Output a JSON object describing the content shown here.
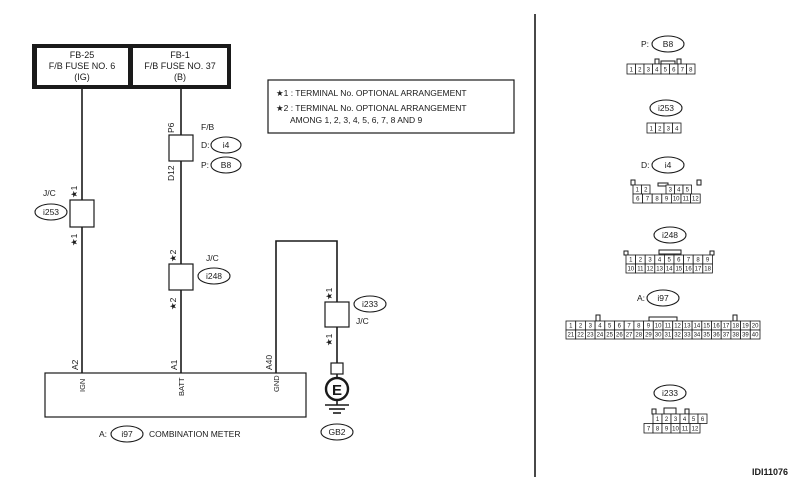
{
  "fuse_box": {
    "left": {
      "line1": "FB-25",
      "line2": "F/B FUSE NO. 6",
      "line3": "(IG)"
    },
    "right": {
      "line1": "FB-1",
      "line2": "F/B FUSE NO. 37",
      "line3": "(B)"
    }
  },
  "notes": {
    "n1": "★1 : TERMINAL No. OPTIONAL ARRANGEMENT",
    "n2a": "★2 : TERMINAL No. OPTIONAL ARRANGEMENT",
    "n2b": "AMONG 1, 2, 3, 4, 5, 6, 7, 8 AND 9"
  },
  "symbols": {
    "star1": "★1",
    "star2": "★2"
  },
  "fb": {
    "title": "F/B",
    "pin_top": "P6",
    "pin_bottom": "D12",
    "d_prefix": "D:",
    "d_code": "i4",
    "p_prefix": "P:",
    "p_code": "B8"
  },
  "jc_i253": {
    "label": "J/C",
    "code": "i253"
  },
  "jc_i248": {
    "label": "J/C",
    "code": "i248"
  },
  "jc_i233": {
    "label": "J/C",
    "code": "i233"
  },
  "meter": {
    "pin_ign": "A2",
    "pin_batt": "A1",
    "pin_gnd": "A40",
    "lbl_ign": "IGN",
    "lbl_batt": "BATT",
    "lbl_gnd": "GND",
    "prefix": "A:",
    "code": "i97",
    "name": "COMBINATION METER"
  },
  "ground": {
    "symbol": "E",
    "code": "GB2"
  },
  "connectors": {
    "b8": {
      "prefix": "P:",
      "code": "B8",
      "pins": [
        "1",
        "2",
        "3",
        "4",
        "5",
        "6",
        "7",
        "8"
      ]
    },
    "i253": {
      "code": "i253",
      "pins": [
        "1",
        "2",
        "3",
        "4"
      ]
    },
    "i4": {
      "prefix": "D:",
      "code": "i4",
      "row1": [
        "1",
        "2",
        "",
        "3",
        "4",
        "5"
      ],
      "row2": [
        "6",
        "7",
        "8",
        "9",
        "10",
        "11",
        "12"
      ]
    },
    "i248": {
      "code": "i248",
      "row1": [
        "1",
        "2",
        "3",
        "4",
        "5",
        "6",
        "7",
        "8",
        "9"
      ],
      "row2": [
        "10",
        "11",
        "12",
        "13",
        "14",
        "15",
        "16",
        "17",
        "18"
      ]
    },
    "i97": {
      "prefix": "A:",
      "code": "i97",
      "row1": [
        "1",
        "2",
        "3",
        "4",
        "5",
        "6",
        "7",
        "8",
        "9",
        "10",
        "11",
        "12",
        "13",
        "14",
        "15",
        "16",
        "17",
        "18",
        "19",
        "20"
      ],
      "row2": [
        "21",
        "22",
        "23",
        "24",
        "25",
        "26",
        "27",
        "28",
        "29",
        "30",
        "31",
        "32",
        "33",
        "34",
        "35",
        "36",
        "37",
        "38",
        "39",
        "40"
      ]
    },
    "i233": {
      "code": "i233",
      "row1": [
        "1",
        "2",
        "3",
        "4",
        "5",
        "6"
      ],
      "row2": [
        "7",
        "8",
        "9",
        "10",
        "11",
        "12"
      ]
    }
  },
  "diagram_id": "IDI11076"
}
